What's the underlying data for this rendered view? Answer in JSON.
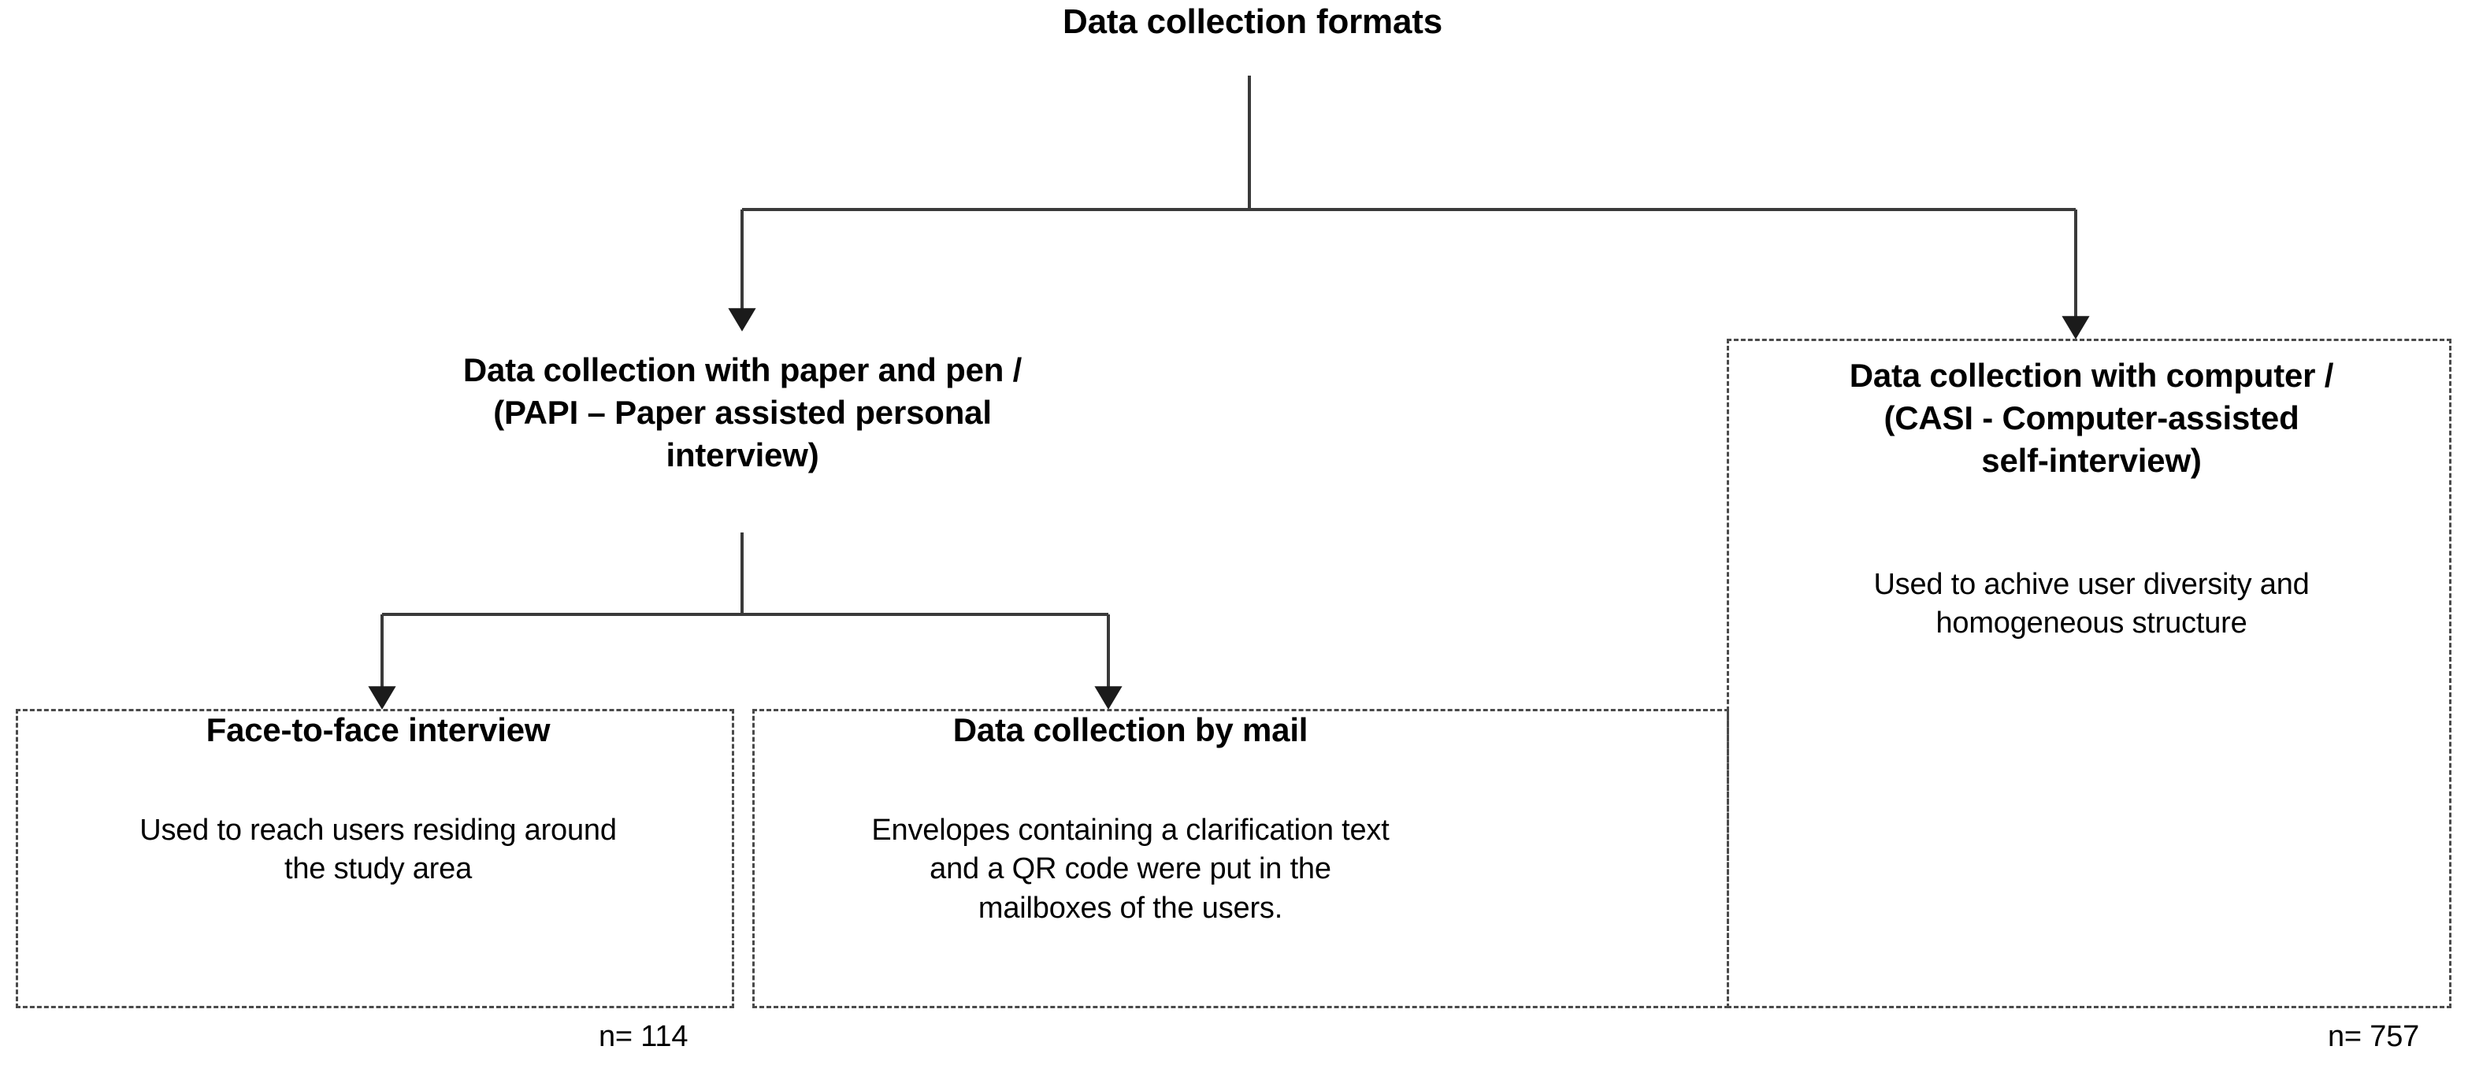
{
  "diagram": {
    "type": "flowchart-tree",
    "title": "Data collection formats",
    "root": {
      "label": "Data collection formats"
    },
    "level1": {
      "left": {
        "title_line1": "Data collection with paper and pen /",
        "title_line2": "(PAPI – Paper assisted personal",
        "title_line3": "interview)",
        "title_full": "Data collection with paper and pen / (PAPI – Paper assisted personal interview)",
        "boxed": false
      },
      "right": {
        "title_line1": "Data collection with computer /",
        "title_line2": "(CASI - Computer-assisted",
        "title_line3": "self-interview)",
        "title_full": "Data collection with computer / (CASI - Computer-assisted self-interview)",
        "body_line1": "Used to achive user diversity and",
        "body_line2": "homogeneous structure",
        "body_full": "Used to achive user diversity and homogeneous structure",
        "boxed": true,
        "sample_size_label": "n= 757"
      }
    },
    "level2": {
      "left": {
        "title": "Face-to-face interview",
        "body_line1": "Used to reach users residing around",
        "body_line2": "the study area",
        "body_full": "Used to reach users residing around the study area",
        "boxed": true,
        "sample_size_label": "n= 114"
      },
      "right": {
        "title": "Data collection by mail",
        "body_line1": "Envelopes containing a clarification text",
        "body_line2": "and a QR code were put in the",
        "body_line3": "mailboxes of the users.",
        "body_full": "Envelopes containing a clarification text and a QR code were put in the mailboxes of the users.",
        "boxed": true
      }
    },
    "sample_sizes": {
      "papi_total": "n= 114",
      "casi_total": "n= 757"
    },
    "colors": {
      "text": "#000000",
      "connector": "#3a3a3a",
      "box_border": "#4a4a4a",
      "background": "#ffffff"
    },
    "connectors": {
      "arrow_1_name": "arrow-to-papi",
      "arrow_2_name": "arrow-to-casi",
      "arrow_3_name": "arrow-to-face-to-face",
      "arrow_4_name": "arrow-to-mail"
    }
  }
}
